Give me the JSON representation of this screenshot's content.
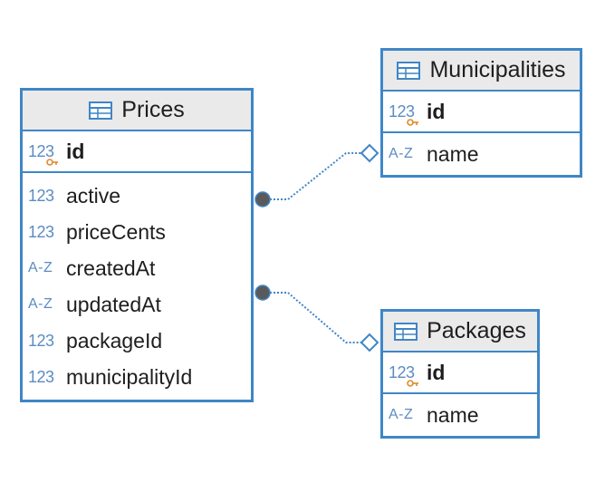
{
  "diagram": {
    "entities": [
      {
        "key": "prices",
        "name": "Prices",
        "primary_key": {
          "name": "id",
          "type_icon": "123"
        },
        "columns": [
          {
            "name": "active",
            "type_icon": "123"
          },
          {
            "name": "priceCents",
            "type_icon": "123"
          },
          {
            "name": "createdAt",
            "type_icon": "A-Z"
          },
          {
            "name": "updatedAt",
            "type_icon": "A-Z"
          },
          {
            "name": "packageId",
            "type_icon": "123"
          },
          {
            "name": "municipalityId",
            "type_icon": "123"
          }
        ]
      },
      {
        "key": "municipalities",
        "name": "Municipalities",
        "primary_key": {
          "name": "id",
          "type_icon": "123"
        },
        "columns": [
          {
            "name": "name",
            "type_icon": "A-Z"
          }
        ]
      },
      {
        "key": "packages",
        "name": "Packages",
        "primary_key": {
          "name": "id",
          "type_icon": "123"
        },
        "columns": [
          {
            "name": "name",
            "type_icon": "A-Z"
          }
        ]
      }
    ],
    "relationships": [
      {
        "from": "Prices",
        "to": "Municipalities"
      },
      {
        "from": "Prices",
        "to": "Packages"
      }
    ],
    "colors": {
      "border": "#3f86c7",
      "header_bg": "#eaeaea",
      "type_icon": "#5b8cc4",
      "key_icon": "#e08a2c",
      "connector": "#3f86c7",
      "connector_dot": "#5a5a5a"
    },
    "icons": {
      "table": "table-icon",
      "numeric_type": "numeric-type-icon",
      "text_type": "text-type-icon",
      "primary_key": "key-icon"
    }
  }
}
